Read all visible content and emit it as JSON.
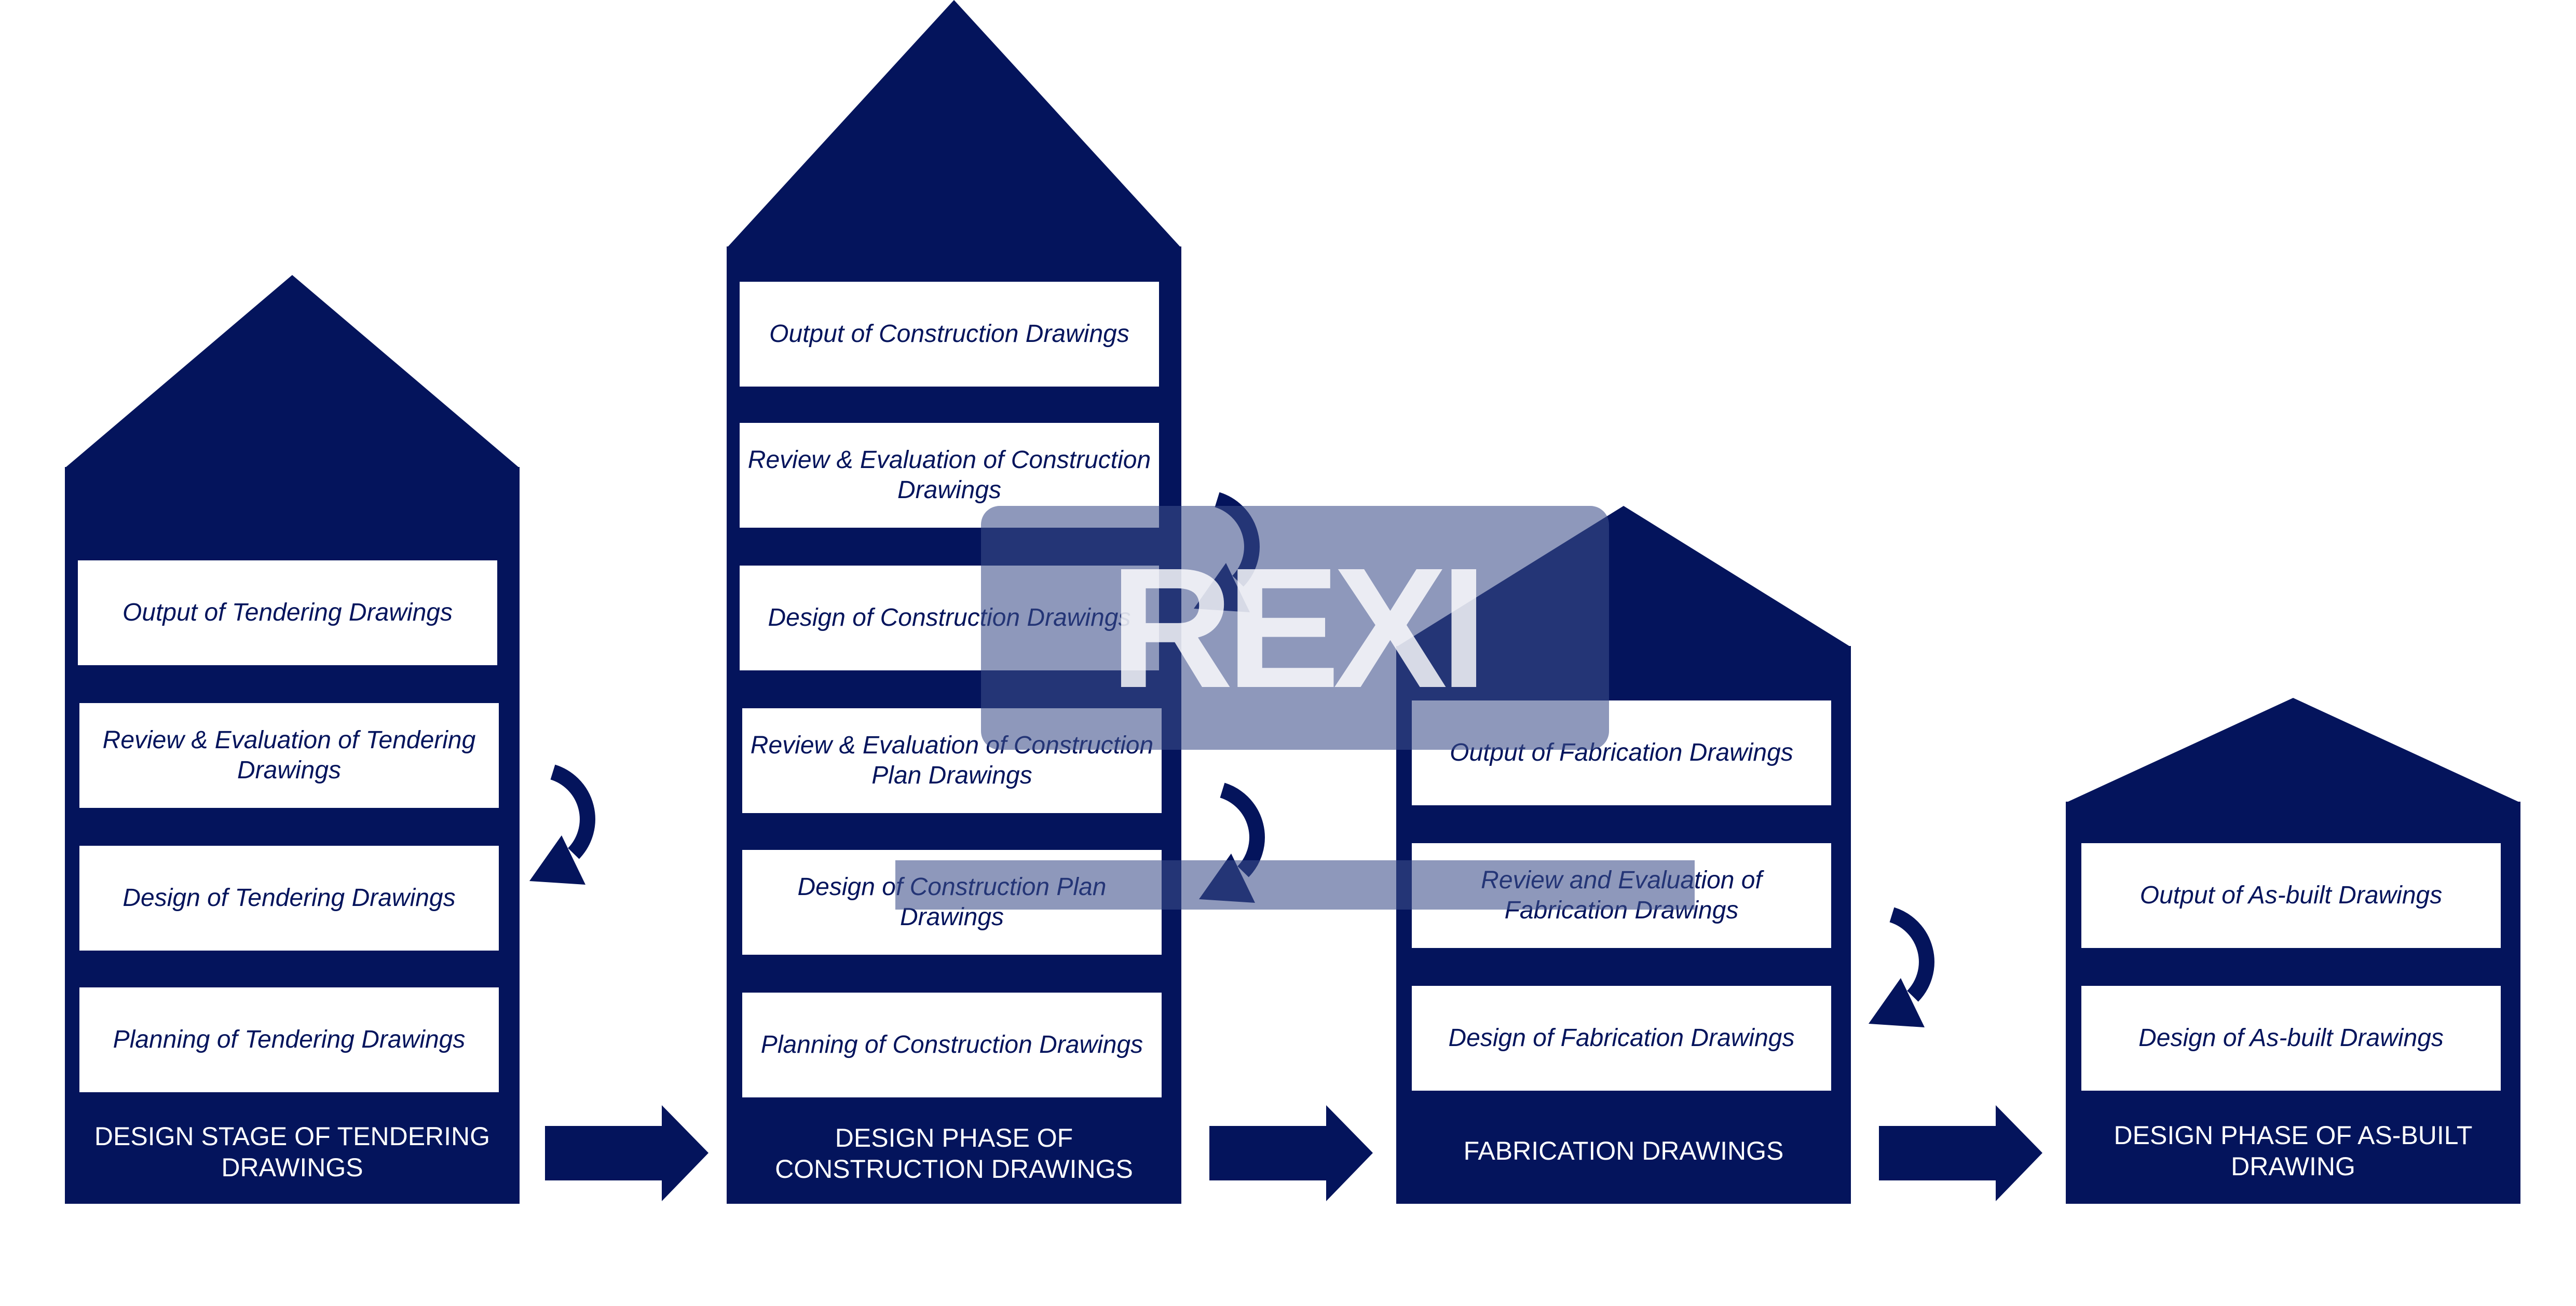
{
  "colors": {
    "primary": "#04145C",
    "box": "#FFFFFF",
    "watermark": "#3C4E8A"
  },
  "watermark": {
    "text": "REXI"
  },
  "stages": [
    {
      "label": "DESIGN STAGE OF TENDERING DRAWINGS",
      "steps": [
        "Output of Tendering Drawings",
        "Review & Evaluation of Tendering Drawings",
        "Design of Tendering Drawings",
        "Planning of Tendering Drawings"
      ]
    },
    {
      "label": "DESIGN PHASE OF CONSTRUCTION DRAWINGS",
      "steps": [
        "Output of Construction Drawings",
        "Review & Evaluation of Construction Drawings",
        "Design of Construction Drawings",
        "Review & Evaluation of Construction Plan Drawings",
        "Design of Construction Plan Drawings",
        "Planning of Construction Drawings"
      ]
    },
    {
      "label": "FABRICATION DRAWINGS",
      "steps": [
        "Output of Fabrication Drawings",
        "Review and Evaluation of Fabrication Drawings",
        "Design of Fabrication Drawings"
      ]
    },
    {
      "label": "DESIGN PHASE OF AS-BUILT DRAWING",
      "steps": [
        "Output of As-built Drawings",
        "Design of As-built Drawings"
      ]
    }
  ],
  "icons": {
    "flow": "right-arrow-icon",
    "cycle": "cycle-arrow-icon"
  }
}
